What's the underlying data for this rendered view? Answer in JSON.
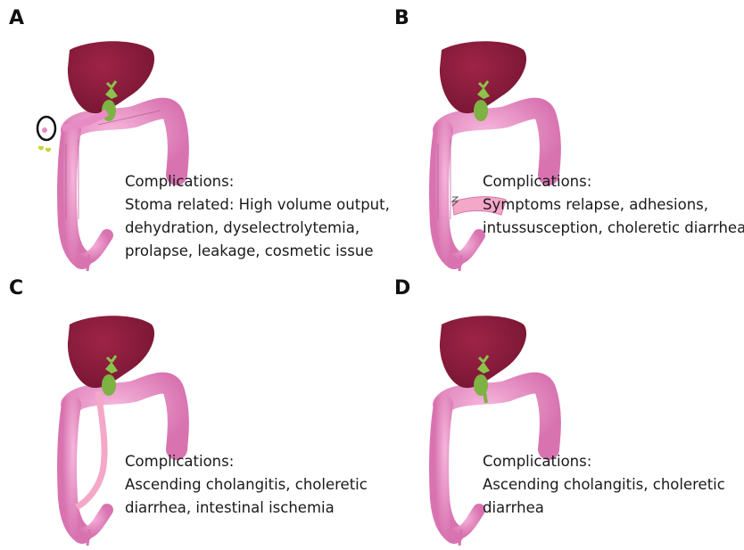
{
  "panels": [
    {
      "letter": "A",
      "complications_label": "Complications:",
      "lines": [
        "Stoma related: High volume output,",
        "dehydration, dyselectrolytemia,",
        "prolapse, leakage,  cosmetic issue"
      ]
    },
    {
      "letter": "B",
      "complications_label": "Complications:",
      "lines": [
        "Symptoms relapse, adhesions,",
        "intussusception, choleretic diarrhea"
      ]
    },
    {
      "letter": "C",
      "complications_label": "Complications:",
      "lines": [
        "Ascending cholangitis, choleretic",
        "diarrhea, intestinal ischemia"
      ]
    },
    {
      "letter": "D",
      "complications_label": "Complications:",
      "lines": [
        "Ascending cholangitis, choleretic",
        "diarrhea"
      ]
    }
  ],
  "colors": {
    "liver": "#8b1a3c",
    "gallbladder": "#7cb342",
    "bile_duct": "#8bc34a",
    "colon": "#e88bc4",
    "colon_outline": "#b85a96",
    "conduit": "#f4a8c8"
  }
}
